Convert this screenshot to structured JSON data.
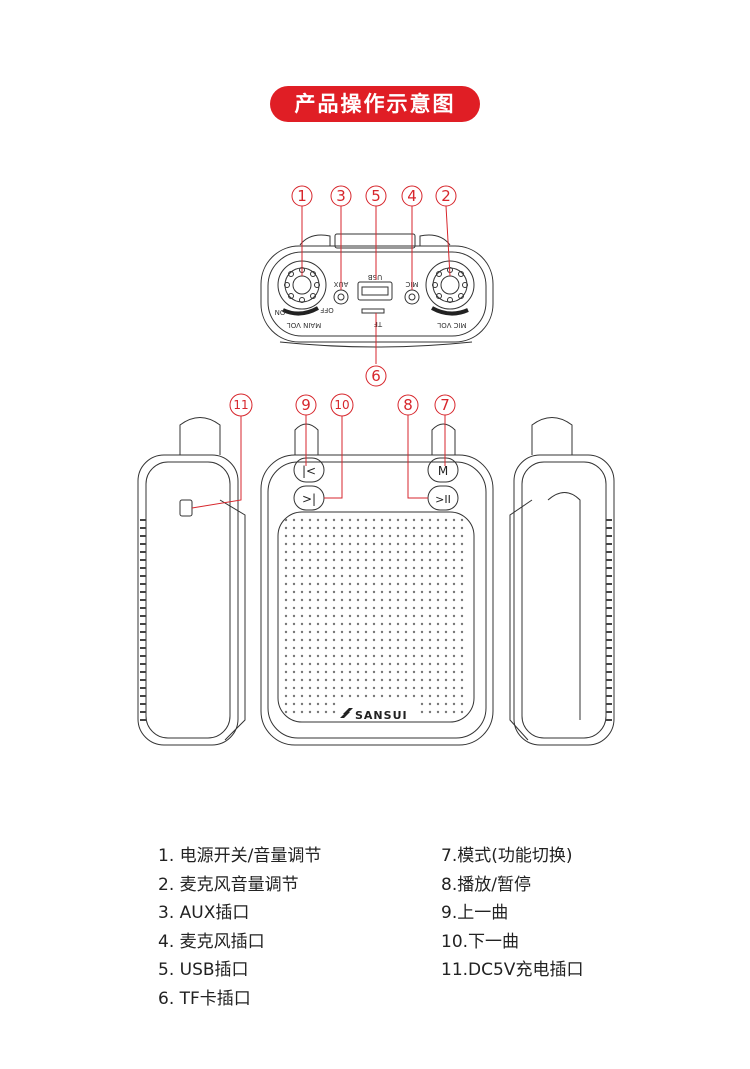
{
  "title": "产品操作示意图",
  "callouts": [
    "1",
    "3",
    "5",
    "4",
    "2",
    "6",
    "11",
    "9",
    "10",
    "8",
    "7"
  ],
  "port_labels": {
    "aux": "AUX",
    "usb": "USB",
    "mic": "MIC",
    "tf": "TF",
    "off": "OFF",
    "on": "ON",
    "main_vol": "MAIN VOL",
    "mic_vol": "MIC VOL"
  },
  "brand": "SANSUI",
  "legend": {
    "left": [
      "1. 电源开关/音量调节",
      "2. 麦克风音量调节",
      "3. AUX插口",
      "4. 麦克风插口",
      "5. USB插口",
      "6. TF卡插口"
    ],
    "right": [
      "7.模式(功能切换)",
      "8.播放/暂停",
      "9.上一曲",
      "10.下一曲",
      "11.DC5V充电插口"
    ]
  },
  "colors": {
    "accent": "#e01e25",
    "line": "#d7262c",
    "outline": "#333333"
  }
}
